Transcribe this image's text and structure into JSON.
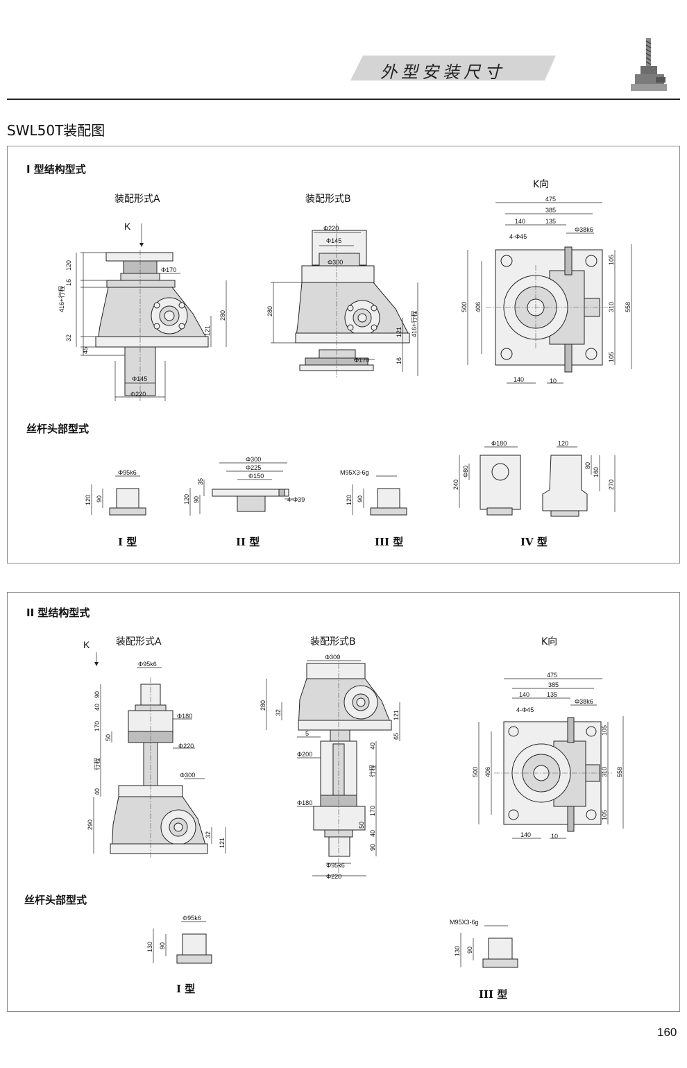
{
  "header": {
    "title": "外型安装尺寸"
  },
  "page": {
    "heading": "SWL50T装配图",
    "number": "160"
  },
  "section1": {
    "title": "I 型结构型式",
    "assembly_a": {
      "label": "装配形式A",
      "k": "K",
      "dims": [
        "120",
        "16",
        "416+行程",
        "32",
        "45",
        "Φ170",
        "280",
        "121",
        "Φ145",
        "Φ220"
      ]
    },
    "assembly_b": {
      "label": "装配形式B",
      "dims": [
        "Φ220",
        "Φ145",
        "Φ300",
        "280",
        "416+行程",
        "121",
        "Φ170",
        "16"
      ]
    },
    "k_view": {
      "label": "K向",
      "dims": [
        "475",
        "385",
        "140",
        "135",
        "4-Φ45",
        "Φ38k6",
        "105",
        "500",
        "406",
        "310",
        "558",
        "105",
        "140",
        "10"
      ]
    },
    "screw_title": "丝杆头部型式",
    "screw_types": {
      "type1": {
        "label": "I 型",
        "dims": [
          "Φ95k6",
          "120",
          "90"
        ]
      },
      "type2": {
        "label": "II 型",
        "dims": [
          "Φ300",
          "Φ225",
          "Φ150",
          "35",
          "120",
          "90",
          "4-Φ39"
        ]
      },
      "type3": {
        "label": "III 型",
        "dims": [
          "M95X3-6g",
          "120",
          "90"
        ]
      },
      "type4": {
        "label": "IV 型",
        "dims": [
          "Φ180",
          "240",
          "Φ80",
          "120",
          "80",
          "160",
          "270"
        ]
      }
    }
  },
  "section2": {
    "title": "II 型结构型式",
    "assembly_a": {
      "label": "装配形式A",
      "k": "K",
      "dims": [
        "Φ95k6",
        "90",
        "40",
        "170",
        "50",
        "Φ180",
        "Φ220",
        "行程",
        "Φ300",
        "40",
        "290",
        "32",
        "121"
      ]
    },
    "assembly_b": {
      "label": "装配形式B",
      "dims": [
        "Φ300",
        "280",
        "32",
        "121",
        "5",
        "65",
        "40",
        "Φ200",
        "行程",
        "Φ180",
        "170",
        "50",
        "40",
        "90",
        "Φ95k6",
        "Φ220"
      ]
    },
    "k_view": {
      "label": "K向",
      "dims": [
        "475",
        "385",
        "140",
        "135",
        "4-Φ45",
        "Φ38k6",
        "105",
        "500",
        "406",
        "310",
        "558",
        "105",
        "140",
        "10"
      ]
    },
    "screw_title": "丝杆头部型式",
    "screw_types": {
      "type1": {
        "label": "I 型",
        "dims": [
          "Φ95k6",
          "130",
          "90"
        ]
      },
      "type3": {
        "label": "III 型",
        "dims": [
          "M95X3-6g",
          "130",
          "90"
        ]
      }
    }
  }
}
